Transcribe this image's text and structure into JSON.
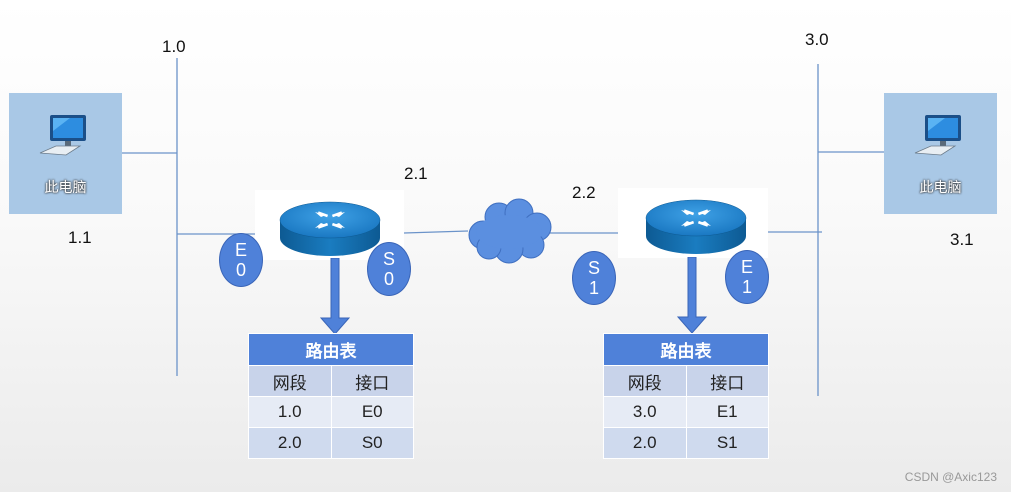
{
  "networks": {
    "left_segment": "1.0",
    "right_segment": "3.0",
    "left_router_wan": "2.1",
    "right_router_wan": "2.2"
  },
  "hosts": {
    "left": {
      "label": "此电脑",
      "address": "1.1",
      "icon": "computer-icon"
    },
    "right": {
      "label": "此电脑",
      "address": "3.1",
      "icon": "computer-icon"
    }
  },
  "routers": {
    "left": {
      "icon": "router-icon",
      "ports": [
        {
          "letter": "E",
          "num": "0"
        },
        {
          "letter": "S",
          "num": "0"
        }
      ]
    },
    "right": {
      "icon": "router-icon",
      "ports": [
        {
          "letter": "S",
          "num": "1"
        },
        {
          "letter": "E",
          "num": "1"
        }
      ]
    }
  },
  "cloud": {
    "icon": "cloud-icon"
  },
  "tables": {
    "left": {
      "title": "路由表",
      "headers": [
        "网段",
        "接口"
      ],
      "rows": [
        [
          "1.0",
          "E0"
        ],
        [
          "2.0",
          "S0"
        ]
      ]
    },
    "right": {
      "title": "路由表",
      "headers": [
        "网段",
        "接口"
      ],
      "rows": [
        [
          "3.0",
          "E1"
        ],
        [
          "2.0",
          "S1"
        ]
      ]
    }
  },
  "watermark": "CSDN @Axic123",
  "colors": {
    "accent": "#4f81d9",
    "pc_box": "#a9c8e6",
    "line": "#6b93c9",
    "cloud": "#5b8fe0"
  }
}
